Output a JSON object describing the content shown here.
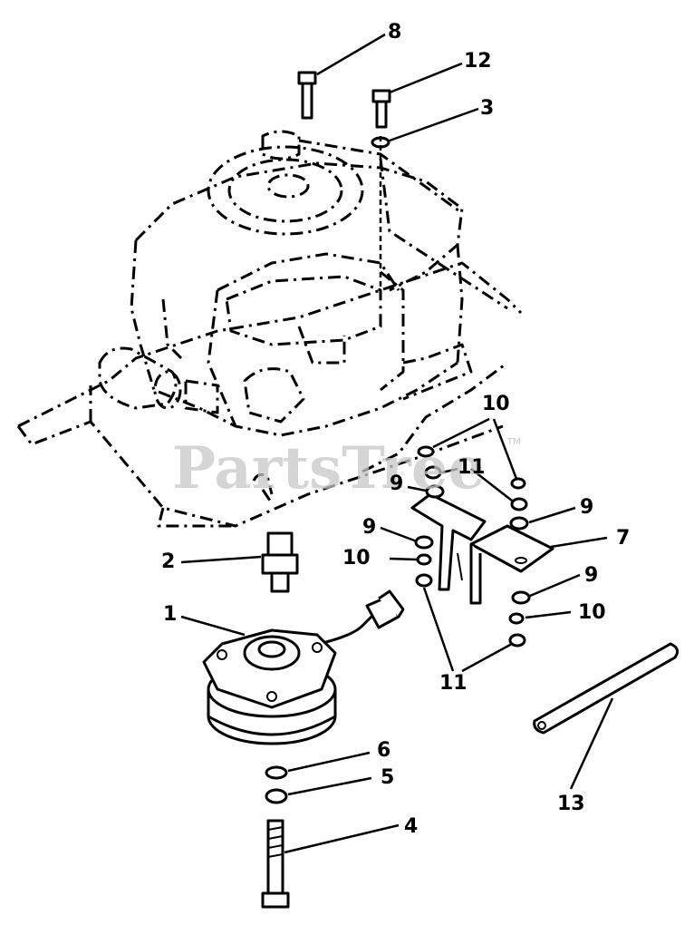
{
  "watermark": {
    "text": "PartsTree",
    "tm": "TM"
  },
  "callouts": [
    {
      "id": "c8",
      "label": "8"
    },
    {
      "id": "c12",
      "label": "12"
    },
    {
      "id": "c3",
      "label": "3"
    },
    {
      "id": "c10a",
      "label": "10"
    },
    {
      "id": "c11a",
      "label": "11"
    },
    {
      "id": "c9a",
      "label": "9"
    },
    {
      "id": "c9b",
      "label": "9"
    },
    {
      "id": "c9c",
      "label": "9"
    },
    {
      "id": "c10b",
      "label": "10"
    },
    {
      "id": "c7",
      "label": "7"
    },
    {
      "id": "c9d",
      "label": "9"
    },
    {
      "id": "c10c",
      "label": "10"
    },
    {
      "id": "c11b",
      "label": "11"
    },
    {
      "id": "c2",
      "label": "2"
    },
    {
      "id": "c1",
      "label": "1"
    },
    {
      "id": "c6",
      "label": "6"
    },
    {
      "id": "c5",
      "label": "5"
    },
    {
      "id": "c4",
      "label": "4"
    },
    {
      "id": "c13",
      "label": "13"
    }
  ]
}
